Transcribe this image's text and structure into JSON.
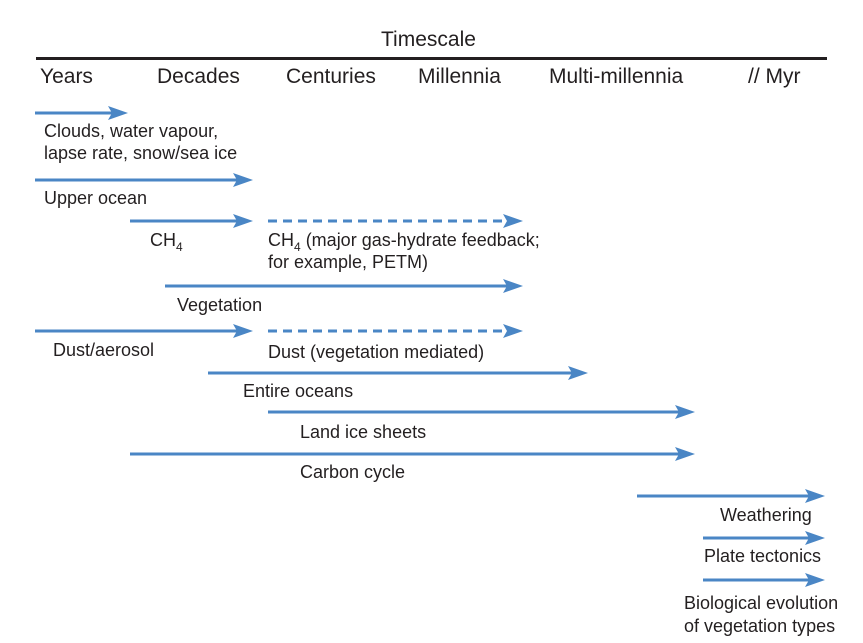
{
  "title": "Timescale",
  "arrow_color": "#4a86c5",
  "text_color": "#231f20",
  "timescales": [
    "Years",
    "Decades",
    "Centuries",
    "Millennia",
    "Multi-millennia",
    "// Myr"
  ],
  "feedbacks": [
    {
      "id": "clouds",
      "line1": "Clouds, water vapour,",
      "line2": "lapse rate, snow/sea ice",
      "start": "Years",
      "end": "Decades (short)",
      "style": "solid"
    },
    {
      "id": "upper-ocean",
      "label": "Upper ocean",
      "start": "Years",
      "end": "Decades",
      "style": "solid"
    },
    {
      "id": "ch4",
      "label_main": "CH",
      "label_sub": "4",
      "start": "Decades",
      "end": "Decades",
      "style": "solid"
    },
    {
      "id": "ch4-hydrate",
      "label_main": "CH",
      "label_sub": "4",
      "label_rest": " (major gas-hydrate feedback;",
      "line2": "for example, PETM)",
      "start": "Centuries",
      "end": "Millennia",
      "style": "dashed"
    },
    {
      "id": "vegetation",
      "label": "Vegetation",
      "start": "Decades",
      "end": "Millennia",
      "style": "solid"
    },
    {
      "id": "dust-aerosol",
      "label": "Dust/aerosol",
      "start": "Years",
      "end": "Decades",
      "style": "solid"
    },
    {
      "id": "dust-vegetation",
      "label": "Dust (vegetation mediated)",
      "start": "Centuries",
      "end": "Millennia",
      "style": "dashed"
    },
    {
      "id": "entire-oceans",
      "label": "Entire oceans",
      "start": "Decades",
      "end": "Multi-millennia",
      "style": "solid"
    },
    {
      "id": "land-ice",
      "label": "Land ice sheets",
      "start": "Centuries",
      "end": "Multi-millennia",
      "style": "solid"
    },
    {
      "id": "carbon-cycle",
      "label": "Carbon cycle",
      "start": "Decades",
      "end": "Multi-millennia",
      "style": "solid"
    },
    {
      "id": "weathering",
      "label": "Weathering",
      "start": "Multi-millennia",
      "end": "// Myr",
      "style": "solid"
    },
    {
      "id": "plate-tectonics",
      "label": "Plate tectonics",
      "start": "// Myr",
      "end": "// Myr",
      "style": "solid"
    },
    {
      "id": "bio-evolution",
      "line1": "Biological evolution",
      "line2": "of vegetation types",
      "start": "// Myr",
      "end": "// Myr",
      "style": "solid"
    }
  ]
}
